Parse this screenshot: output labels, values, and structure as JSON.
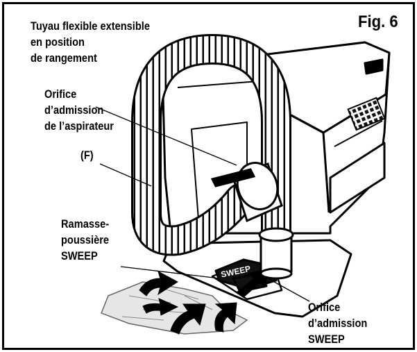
{
  "figure": {
    "title": "Fig. 6",
    "labels": {
      "hose_storage": [
        "Tuyau flexible extensible",
        "en position",
        "de rangement"
      ],
      "vacuum_inlet": [
        "Orifice",
        "d’admission",
        "de l’aspirateur"
      ],
      "part_f": "(F)",
      "sweep_pickup": [
        "Ramasse-",
        "poussière",
        "SWEEP"
      ],
      "sweep_inlet": [
        "Orifice",
        "d’admission",
        "SWEEP"
      ]
    },
    "sweep_plate_text": "SWEEP",
    "colors": {
      "line": "#000000",
      "background": "#ffffff",
      "debris": "#e6e6e6"
    }
  }
}
